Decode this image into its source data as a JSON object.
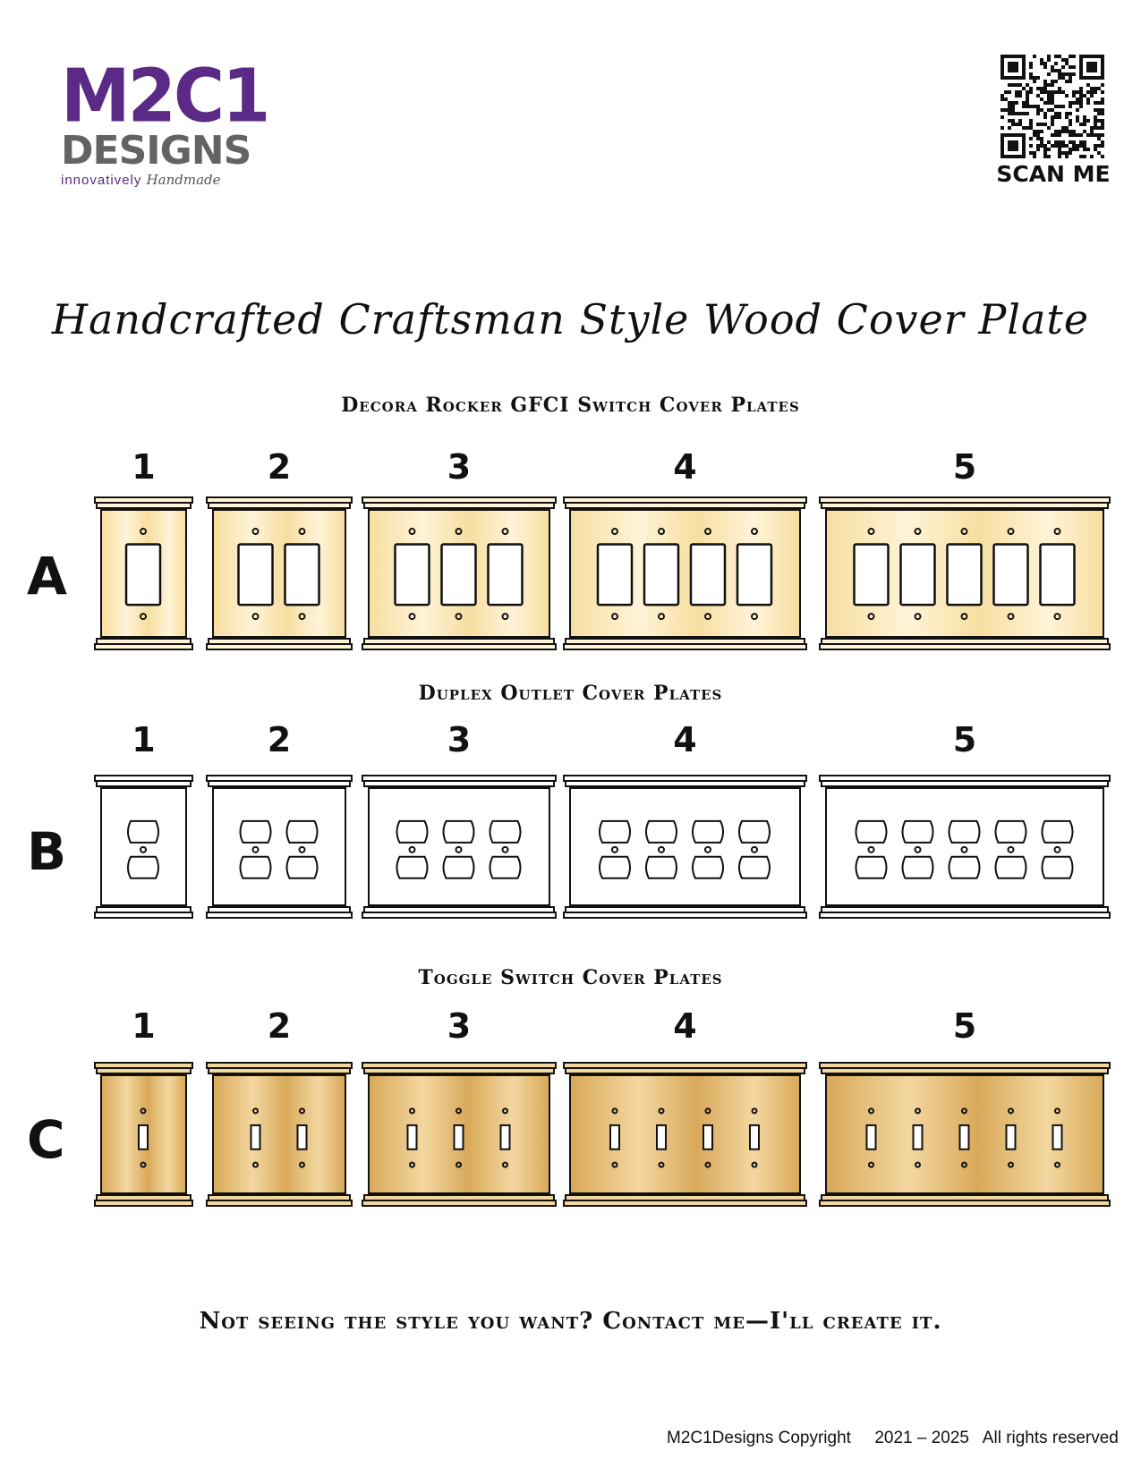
{
  "logo": {
    "line1": "M2C1",
    "line2": "DESIGNS",
    "tagline": "innovatively",
    "tagline_script": "Handmade"
  },
  "qr": {
    "label": "SCAN ME"
  },
  "title": "Handcrafted Craftsman Style Wood Cover Plate",
  "sections": [
    {
      "letter": "A",
      "heading": "Decora Rocker GFCI Switch Cover Plates",
      "type": "decora",
      "numbers": [
        "1",
        "2",
        "3",
        "4",
        "5"
      ],
      "colors": [
        "#f7dea0",
        "#fff4d8"
      ]
    },
    {
      "letter": "B",
      "heading": "Duplex Outlet Cover Plates",
      "type": "duplex",
      "numbers": [
        "1",
        "2",
        "3",
        "4",
        "5"
      ],
      "colors": [
        "#ffffff",
        "#ffffff"
      ]
    },
    {
      "letter": "C",
      "heading": "Toggle Switch Cover Plates",
      "type": "toggle",
      "numbers": [
        "1",
        "2",
        "3",
        "4",
        "5"
      ],
      "colors": [
        "#d9a95a",
        "#f3d7a0"
      ]
    }
  ],
  "cta": "Not seeing the style you want? Contact me—I'll create it.",
  "footer": {
    "brand": "M2C1Designs Copyright",
    "years": "2021 – 2025",
    "rights": "All rights reserved"
  }
}
